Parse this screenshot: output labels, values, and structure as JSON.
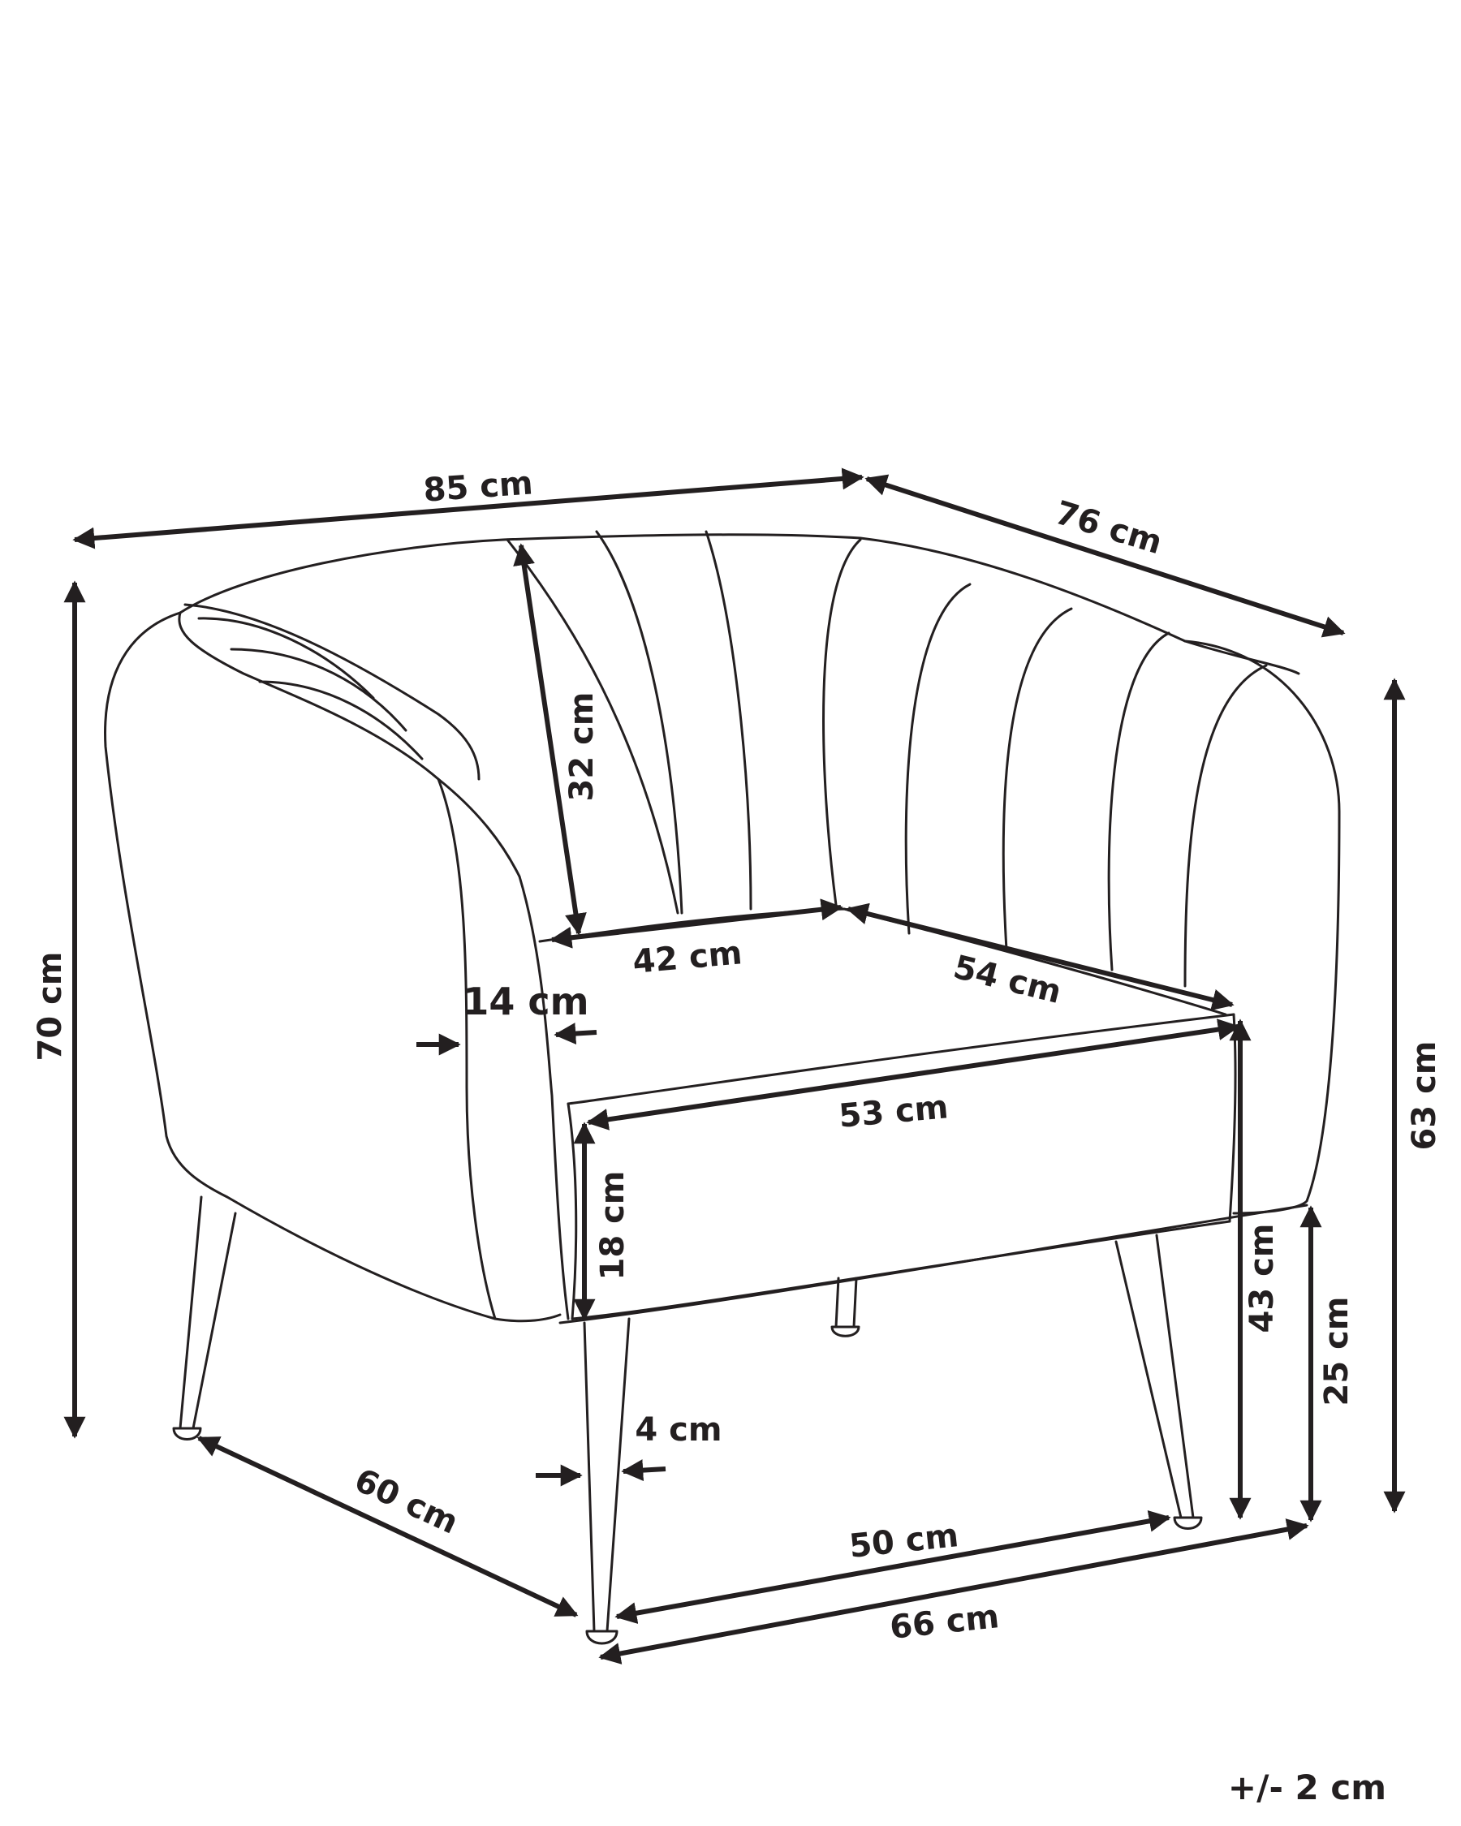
{
  "dimensions": {
    "width_total": "85 cm",
    "depth_total": "76 cm",
    "height_total": "70 cm",
    "height_back": "63 cm",
    "backrest_height": "32 cm",
    "seat_width_back": "42 cm",
    "seat_depth": "54 cm",
    "armrest_width": "14 cm",
    "seat_width_front": "53 cm",
    "seat_cushion_height": "18 cm",
    "seat_height": "43 cm",
    "leg_height": "25 cm",
    "leg_thickness": "4 cm",
    "leg_spread_side": "60 cm",
    "leg_spread_front": "50 cm",
    "base_width": "66 cm"
  },
  "tolerance": "+/- 2 cm",
  "colors": {
    "line": "#231f20",
    "background": "#ffffff"
  }
}
